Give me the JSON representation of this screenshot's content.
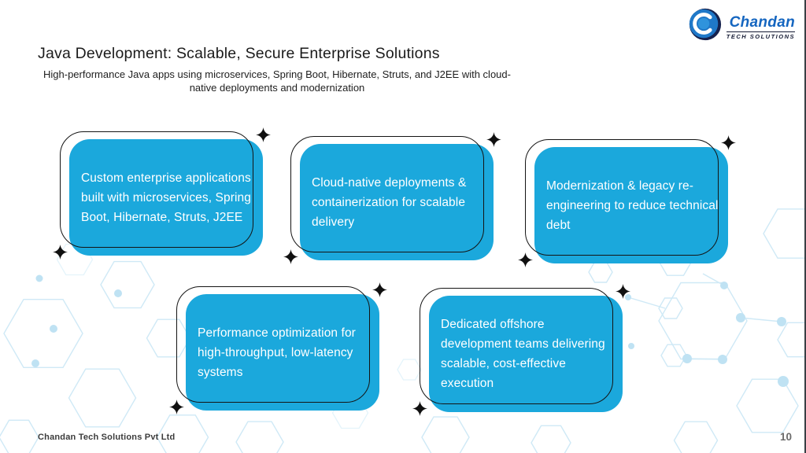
{
  "slide": {
    "title": "Java Development: Scalable, Secure Enterprise Solutions",
    "subtitle": "High-performance Java apps using microservices, Spring Boot, Hibernate, Struts, and J2EE with cloud-native deployments and modernization",
    "footer": "Chandan Tech Solutions Pvt Ltd",
    "page_number": "10"
  },
  "logo": {
    "name": "Chandan",
    "tagline": "TECH SOLUTIONS"
  },
  "cards": [
    "Custom enterprise applications built with microservices, Spring Boot, Hibernate, Struts, J2EE",
    "Cloud-native deployments & containerization for scalable delivery",
    "Modernization & legacy re-engineering to reduce technical debt",
    "Performance optimization for high-throughput, low-latency systems",
    "Dedicated offshore development teams delivering scalable, cost-effective execution"
  ],
  "icons": {
    "sparkle": "four-point-star",
    "logo_emblem": "c-swirl-sphere",
    "background": "hexagon-network-pattern"
  },
  "colors": {
    "card_fill": "#1BA8DC",
    "card_outline": "#141414",
    "hex_line": "#cfe9f6",
    "hex_dot": "#bfe2f3",
    "logo_blue": "#1566c0",
    "logo_navy": "#16224e"
  }
}
